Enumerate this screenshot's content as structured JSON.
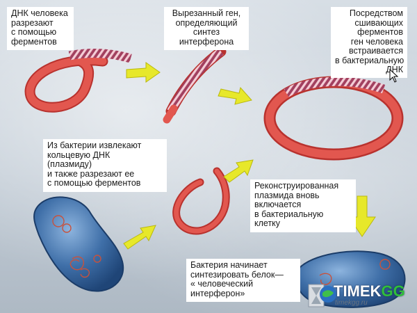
{
  "labels": {
    "step1": [
      "ДНК человека",
      "разрезают",
      "с помощью",
      "ферментов"
    ],
    "step2": [
      "Вырезанный ген,",
      "определяющий",
      "синтез",
      "интерферона"
    ],
    "step3": [
      "Посредством",
      "сшивающих",
      "ферментов",
      "ген человека",
      "встраивается",
      "в бактериальную",
      "ДНК"
    ],
    "step4": [
      "Из бактерии извлекают",
      "кольцевую ДНК",
      "(плазмиду)",
      "и также разрезают ее",
      "с помощью ферментов"
    ],
    "step5": [
      "Реконструированная",
      "плазмида вновь",
      "включается",
      "в бактериальную",
      "клетку"
    ],
    "step6": [
      "Бактерия начинает",
      "синтезировать белок—",
      "« человеческий",
      "интерферон»"
    ]
  },
  "watermark": {
    "brand_main": "TIMEK",
    "brand_accent": "GG",
    "site": "timekgg.ru"
  },
  "colors": {
    "dna": "#e2574f",
    "dna_dark": "#b8322e",
    "gene_stripe": "#f3c7cf",
    "gene_dark": "#9c3a58",
    "arrow": "#e7e82a",
    "bacterium": "#3f6fa8",
    "bacterium_light": "#7fa8d6"
  }
}
